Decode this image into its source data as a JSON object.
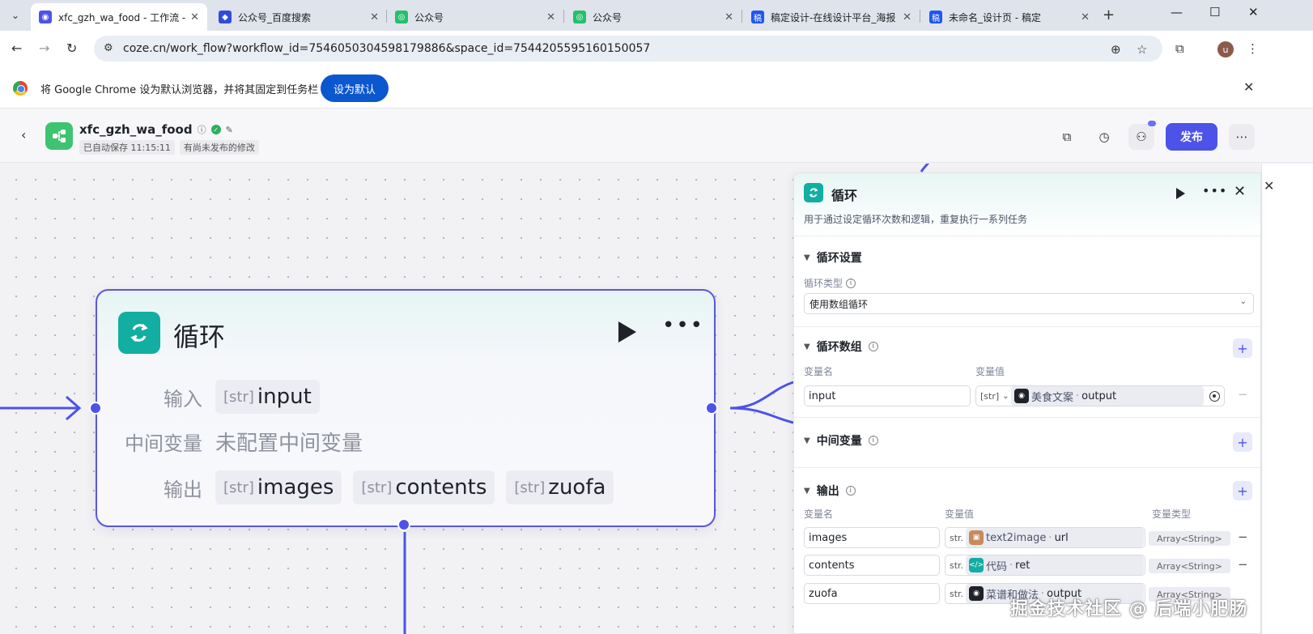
{
  "browser": {
    "tabs": [
      {
        "title": "xfc_gzh_wa_food - 工作流 -",
        "color": "#4d53e8",
        "glyph": "◉"
      },
      {
        "title": "公众号_百度搜索",
        "color": "#2f4cdd",
        "glyph": "◆"
      },
      {
        "title": "公众号",
        "color": "#25c06b",
        "glyph": "◎"
      },
      {
        "title": "公众号",
        "color": "#25c06b",
        "glyph": "◎"
      },
      {
        "title": "稿定设计-在线设计平台_海报",
        "color": "#1f56f0",
        "glyph": "稿"
      },
      {
        "title": "未命名_设计页 - 稿定",
        "color": "#1f56f0",
        "glyph": "稿"
      }
    ],
    "url": "coze.cn/work_flow?workflow_id=7546050304598179886&space_id=7544205595160150057",
    "profile_initial": "u",
    "infobar": {
      "text": "将 Google Chrome 设为默认浏览器，并将其固定到任务栏",
      "button": "设为默认"
    }
  },
  "header": {
    "workflow_name": "xfc_gzh_wa_food",
    "autosave": "已自动保存 11:15:11",
    "unpublished": "有尚未发布的修改",
    "publish_label": "发布"
  },
  "node": {
    "title": "循环",
    "input_label": "输入",
    "inputs": [
      {
        "type": "[str]",
        "name": "input"
      }
    ],
    "mid_label": "中间变量",
    "mid_empty": "未配置中间变量",
    "output_label": "输出",
    "outputs": [
      {
        "type": "[str]",
        "name": "images"
      },
      {
        "type": "[str]",
        "name": "contents"
      },
      {
        "type": "[str]",
        "name": "zuofa"
      }
    ]
  },
  "panel": {
    "title": "循环",
    "description": "用于通过设定循环次数和逻辑，重复执行一系列任务",
    "loop_settings": {
      "title": "循环设置",
      "type_label": "循环类型",
      "type_value": "使用数组循环"
    },
    "loop_array": {
      "title": "循环数组",
      "name_header": "变量名",
      "value_header": "变量值",
      "row": {
        "name": "input",
        "type": "[str]",
        "source": "美食文案",
        "field": "output"
      }
    },
    "mid_vars": {
      "title": "中间变量"
    },
    "outputs": {
      "title": "输出",
      "name_header": "变量名",
      "value_header": "变量值",
      "type_header": "变量类型",
      "rows": [
        {
          "name": "images",
          "type": "str.",
          "source": "text2image",
          "field": "url",
          "var_type": "Array<String>",
          "color": "#c98a5a"
        },
        {
          "name": "contents",
          "type": "str.",
          "source": "代码",
          "field": "ret",
          "var_type": "Array<String>",
          "color": "#11aea1"
        },
        {
          "name": "zuofa",
          "type": "str.",
          "source": "菜谱和做法",
          "field": "output",
          "var_type": "Array<String>",
          "color": "#1f2329"
        }
      ]
    }
  },
  "watermark": "掘金技术社区 @ 后端小肥肠"
}
